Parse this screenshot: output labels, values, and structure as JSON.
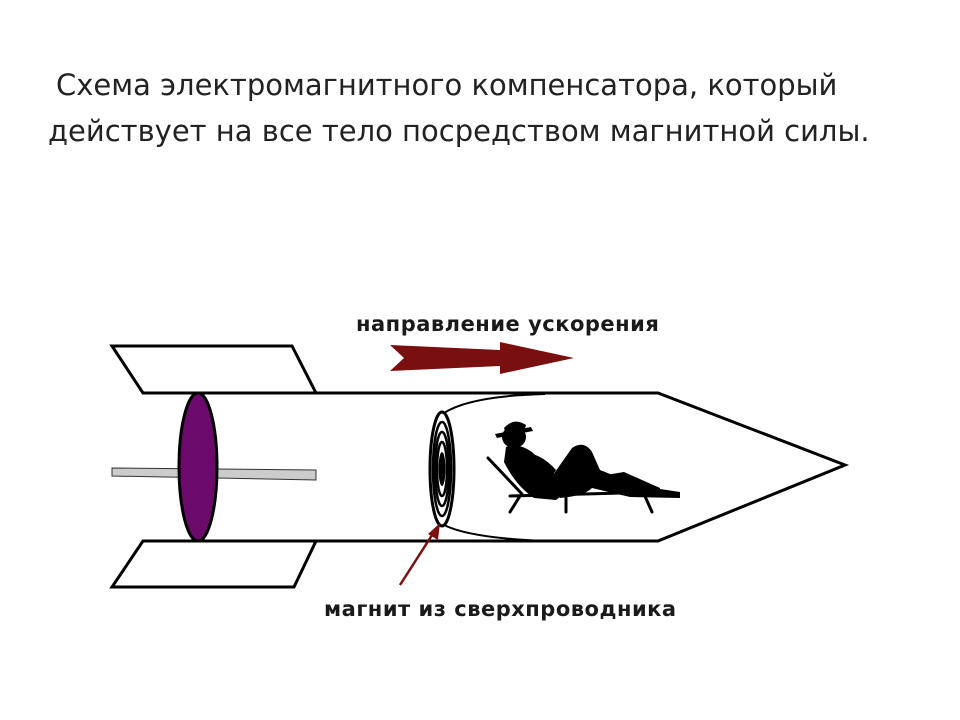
{
  "slide": {
    "title_line1": "Схема электромагнитного компенсатора, который",
    "title_line2": "действует на все тело посредством магнитной силы."
  },
  "diagram": {
    "acceleration_label": "направление ускорения",
    "magnet_label": "магнит из сверхпроводника",
    "colors": {
      "outline": "#000000",
      "disk": "#6b0a6b",
      "arrow": "#7a0f0f",
      "axle": "#bbbbbb"
    }
  }
}
